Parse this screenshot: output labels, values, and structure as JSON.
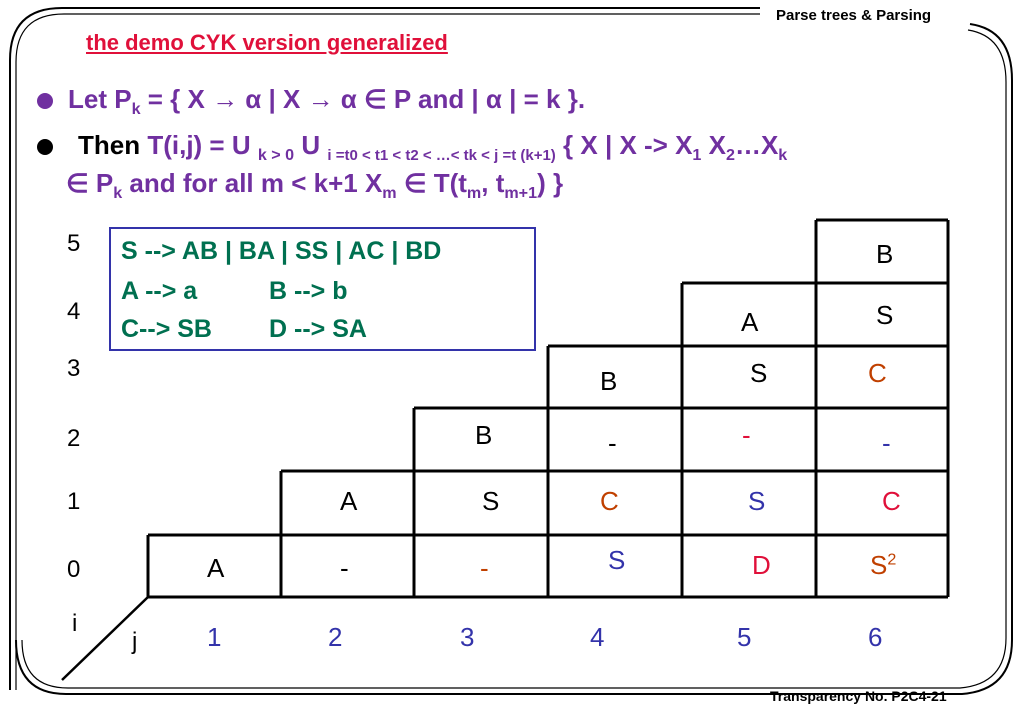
{
  "header": {
    "top_right": "Parse trees & Parsing",
    "bottom_right": "Transparency No. P2C4-21"
  },
  "slide": {
    "title": "the demo CYK version  generalized",
    "bullet1": {
      "let": "Let P",
      "sub_k": "k",
      "rest": " = { X → α | X → α ∈  P and | α | = k }."
    },
    "bullet2": {
      "then": "Then",
      "t_eq": " T(i,j) = U ",
      "sub1": "k > 0",
      "u2": " U ",
      "sub2": "i =t0 < t1 < t2 < …< tk < j =t (k+1)",
      "rest": " { X | X -> X",
      "x_sub1": "1",
      "x2": " X",
      "x_sub2": "2",
      "xdots": "…X",
      "x_subk": "k"
    },
    "bullet2_line2": {
      "elem": "∈ P",
      "sub_k": "k",
      "mid": " and for all m < k+1 X",
      "sub_m": "m",
      "elem2": " ∈ T(t",
      "sub_tm": "m",
      "comma": ", t",
      "sub_tm1": "m+1",
      "end": ") }"
    }
  },
  "grammar": {
    "line1": "S --> AB | BA | SS | AC | BD",
    "line2a": "A --> a",
    "line2b": "B --> b",
    "line3a": "C--> SB",
    "line3b": "D --> SA"
  },
  "axis": {
    "rows": [
      "0",
      "1",
      "2",
      "3",
      "4",
      "5"
    ],
    "i_label": "i",
    "j_label": "j",
    "cols": [
      "1",
      "2",
      "3",
      "4",
      "5",
      "6"
    ]
  },
  "table": {
    "row0": [
      "A",
      "-",
      "-",
      "S",
      "D",
      "S"
    ],
    "row0_sup": "2",
    "row1": [
      "A",
      "S",
      "C",
      "S",
      "C"
    ],
    "row2": [
      "B",
      "-",
      "-",
      "-"
    ],
    "row3": [
      "B",
      "S",
      "C"
    ],
    "row4": [
      "A",
      "S"
    ],
    "row5": [
      "B"
    ]
  },
  "colors": {
    "title": "#e0103a",
    "purple": "#7030a0",
    "green": "#007050",
    "blue": "#3333aa",
    "red": "#e0103a",
    "orange": "#c04000"
  }
}
